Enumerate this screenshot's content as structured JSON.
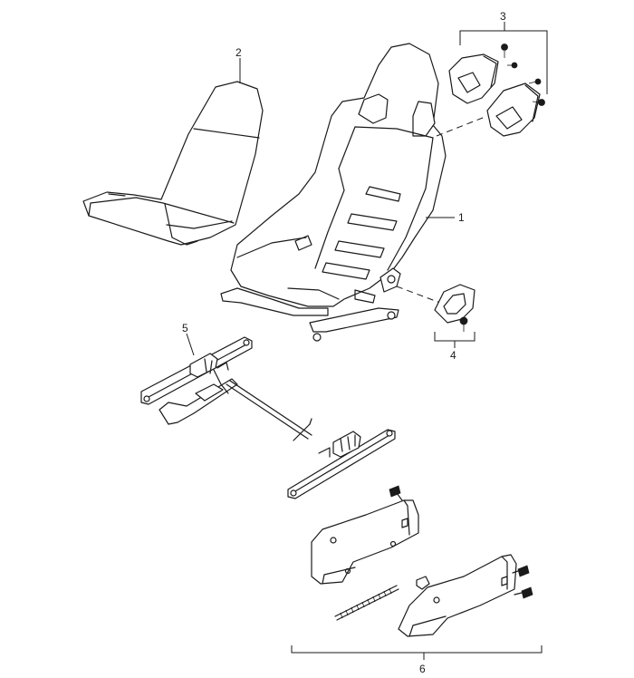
{
  "callouts": {
    "seat_shell": "1",
    "seat_cushion": "2",
    "side_covers": "3",
    "pivot_cover": "4",
    "seat_rails": "5",
    "console_brackets": "6"
  }
}
